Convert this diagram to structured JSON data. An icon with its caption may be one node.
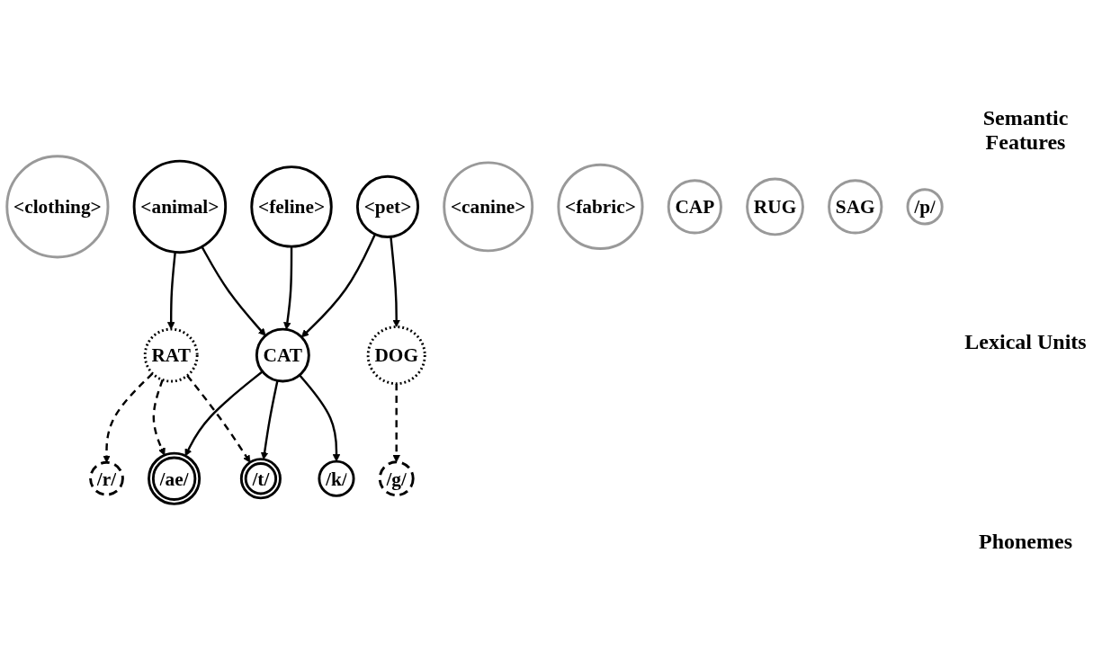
{
  "diagram": {
    "nodes": [
      {
        "text": [
          "<clothing>"
        ]
      },
      {
        "text": [
          "<animal>"
        ]
      },
      {
        "text": [
          "<feline>"
        ]
      },
      {
        "text": [
          "<pet>"
        ]
      },
      {
        "text": [
          "<canine>"
        ]
      },
      {
        "text": [
          "<fabric>"
        ]
      },
      {
        "text": [
          "CAP"
        ]
      },
      {
        "text": [
          "RAT"
        ]
      },
      {
        "text": [
          "CAT"
        ]
      },
      {
        "text": [
          "DOG"
        ]
      },
      {
        "text": [
          "RUG"
        ]
      },
      {
        "text": [
          "SAG"
        ]
      },
      {
        "text": [
          "/r/"
        ]
      },
      {
        "text": [
          "/k/"
        ]
      },
      {
        "text": [
          "/ae/"
        ]
      },
      {
        "text": [
          "/t/"
        ]
      },
      {
        "text": [
          "/g/"
        ]
      },
      {
        "text": [
          "/p/"
        ]
      }
    ],
    "edges": [
      {
        "from": 1,
        "to": 7,
        "arrow": "to"
      },
      {
        "from": 1,
        "to": 8,
        "arrow": "to"
      },
      {
        "from": 2,
        "to": 8,
        "arrow": "to"
      },
      {
        "from": 3,
        "to": 8,
        "arrow": "to"
      },
      {
        "from": 3,
        "to": 9,
        "arrow": "to"
      },
      {
        "from": 7,
        "to": 12,
        "arrow": "to",
        "style": "dashed"
      },
      {
        "from": 7,
        "to": 14,
        "arrow": "to",
        "style": "dashed"
      },
      {
        "from": 7,
        "to": 15,
        "arrow": "to",
        "style": "dashed"
      },
      {
        "from": 8,
        "to": 13,
        "arrow": "to"
      },
      {
        "from": 8,
        "to": 14,
        "arrow": "to"
      },
      {
        "from": 8,
        "to": 15,
        "arrow": "to"
      },
      {
        "from": 9,
        "to": 16,
        "arrow": "to",
        "style": "dashed"
      }
    ],
    "labels": [
      "Semantic Features",
      "Lexical Units",
      "Phonemes"
    ]
  }
}
